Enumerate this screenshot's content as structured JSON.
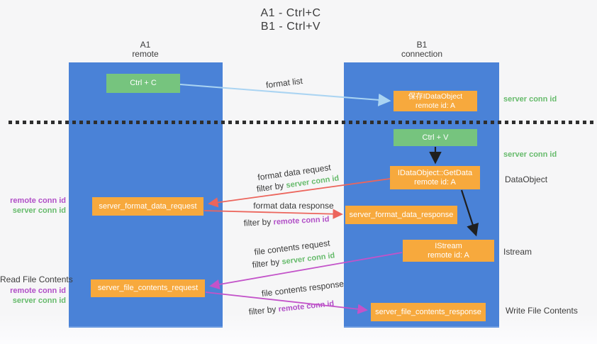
{
  "title": {
    "line1": "A1 - Ctrl+C",
    "line2": "B1 - Ctrl+V"
  },
  "lanes": {
    "a1": {
      "name": "A1",
      "subtitle": "remote"
    },
    "b1": {
      "name": "B1",
      "subtitle": "connection"
    }
  },
  "nodes": {
    "ctrl_c": {
      "label": "Ctrl + C"
    },
    "ctrl_v": {
      "label": "Ctrl + V"
    },
    "save_idataobject": {
      "line1": "保存IDataObject",
      "line2": "remote id: A"
    },
    "idataobject_getdata": {
      "line1": "IDataObject::GetData",
      "line2": "remote id: A"
    },
    "istream": {
      "line1": "IStream",
      "line2": "remote id: A"
    },
    "server_format_data_request": {
      "label": "server_format_data_request"
    },
    "server_format_data_response": {
      "label": "server_format_data_response"
    },
    "server_file_contents_request": {
      "label": "server_file_contents_request"
    },
    "server_file_contents_response": {
      "label": "server_file_contents_response"
    }
  },
  "left_annotations": {
    "format": {
      "remote_conn_id": "remote conn id",
      "server_conn_id": "server conn id"
    },
    "file": {
      "title": "Read File Contents",
      "remote_conn_id": "remote conn id",
      "server_conn_id": "server conn id"
    }
  },
  "right_annotations": {
    "server_conn_id_top": "server conn id",
    "server_conn_id_mid": "server conn id",
    "dataobject": "DataObject",
    "istream": "Istream",
    "write_file_contents": "Write File Contents"
  },
  "flow_labels": {
    "format_list": "format list",
    "format_data_request": "format data request",
    "format_data_response": "format data response",
    "file_contents_request": "file contents request",
    "file_contents_response": "file contents response",
    "filter_prefix": "filter by ",
    "server_conn_id": "server conn id",
    "remote_conn_id": "remote conn id"
  },
  "colors": {
    "lane_blue": "#4a82d7",
    "node_orange": "#f7a93d",
    "node_green": "#76c47e",
    "accent_green": "#67bb6c",
    "accent_purple": "#b14fc7",
    "arrow_red": "#ec655c",
    "arrow_magenta": "#c353c9",
    "arrow_light_blue": "#aad4f2",
    "arrow_black": "#1f1f1f",
    "background": "#f6f6f7"
  }
}
